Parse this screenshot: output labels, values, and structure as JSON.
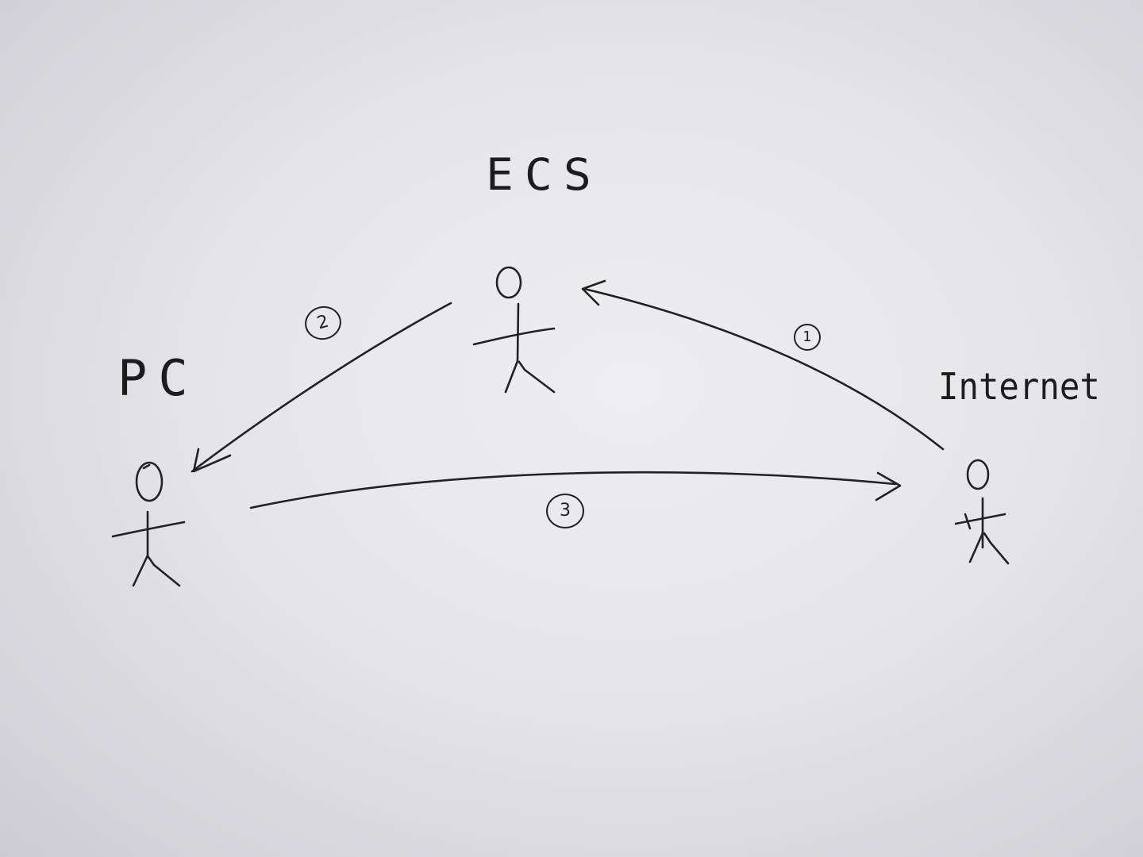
{
  "diagram": {
    "nodes": [
      {
        "id": "ecs",
        "label": "ECS"
      },
      {
        "id": "pc",
        "label": "PC"
      },
      {
        "id": "internet",
        "label": "Internet"
      }
    ],
    "edges": [
      {
        "from": "internet",
        "to": "ecs",
        "step": "①"
      },
      {
        "from": "ecs",
        "to": "pc",
        "step": "②"
      },
      {
        "from": "pc",
        "to": "internet",
        "step": "③"
      }
    ]
  },
  "colors": {
    "paper": "#e6e6ea",
    "ink": "#222222"
  }
}
